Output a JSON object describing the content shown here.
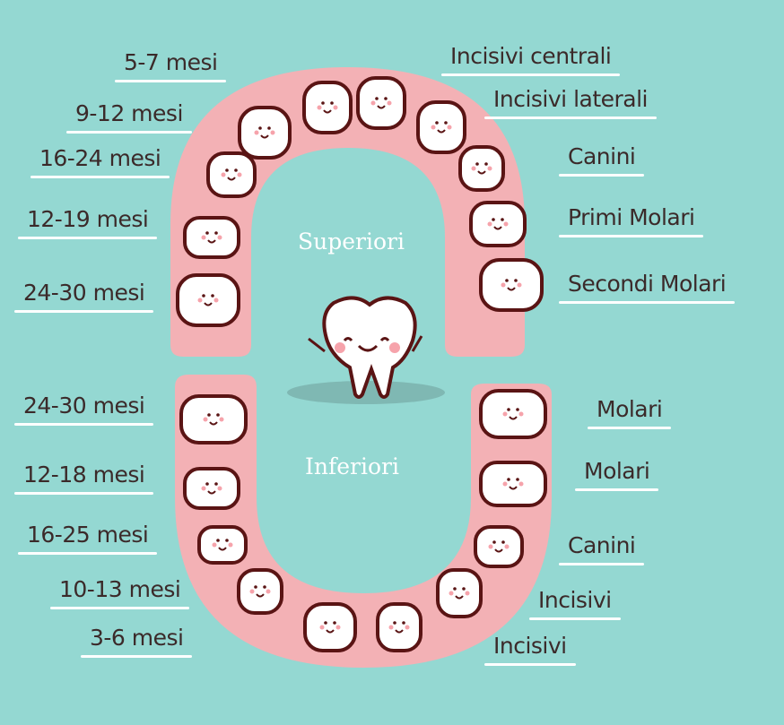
{
  "upper": {
    "title": "Superiori",
    "left_labels": [
      "5-7 mesi",
      "9-12 mesi",
      "16-24 mesi",
      "12-19 mesi",
      "24-30 mesi"
    ],
    "right_labels": [
      "Incisivi centrali",
      "Incisivi laterali",
      "Canini",
      "Primi Molari",
      "Secondi Molari"
    ]
  },
  "lower": {
    "title": "Inferiori",
    "left_labels": [
      "24-30 mesi",
      "12-18 mesi",
      "16-25 mesi",
      "10-13 mesi",
      "3-6 mesi"
    ],
    "right_labels": [
      "Molari",
      "Molari",
      "Canini",
      "Incisivi",
      "Incisivi"
    ]
  },
  "colors": {
    "background": "#94d8d2",
    "gum": "#f3b1b5",
    "tooth": "#ffffff",
    "outline": "#5a1414",
    "text": "#3b2a2a"
  }
}
